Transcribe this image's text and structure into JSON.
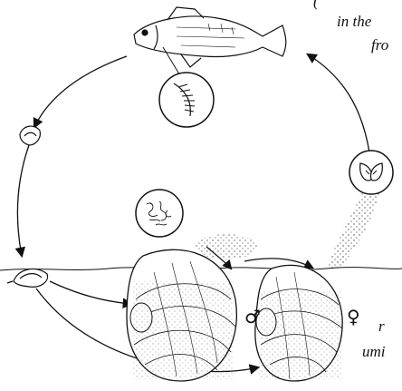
{
  "labels": {
    "male_symbol": "♂",
    "female_symbol": "♀"
  },
  "edge_text": [
    "(",
    "in the",
    "fro",
    "r",
    "umi"
  ]
}
